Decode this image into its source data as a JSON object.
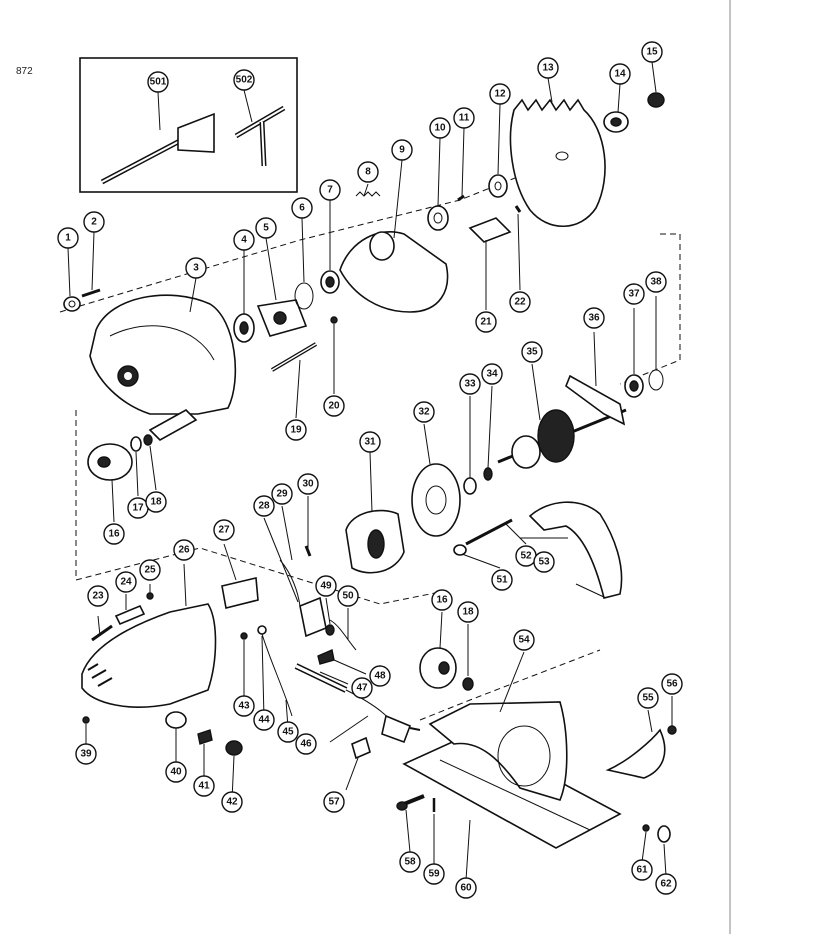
{
  "page_code": "872",
  "accessory_box_callouts": [
    "501",
    "502"
  ],
  "part_callouts": [
    "1",
    "2",
    "3",
    "4",
    "5",
    "6",
    "7",
    "8",
    "9",
    "10",
    "11",
    "12",
    "13",
    "14",
    "15",
    "16",
    "17",
    "18",
    "19",
    "20",
    "21",
    "22",
    "23",
    "24",
    "25",
    "26",
    "27",
    "28",
    "29",
    "30",
    "31",
    "32",
    "33",
    "34",
    "35",
    "36",
    "37",
    "38",
    "39",
    "40",
    "41",
    "42",
    "43",
    "44",
    "45",
    "46",
    "47",
    "48",
    "49",
    "50",
    "51",
    "52",
    "53",
    "54",
    "55",
    "56",
    "57",
    "58",
    "59",
    "60",
    "61",
    "62"
  ],
  "duplicate_callouts": [
    "16",
    "18"
  ],
  "colors": {
    "ink": "#111111",
    "paper": "#ffffff",
    "frame": "#888888"
  }
}
